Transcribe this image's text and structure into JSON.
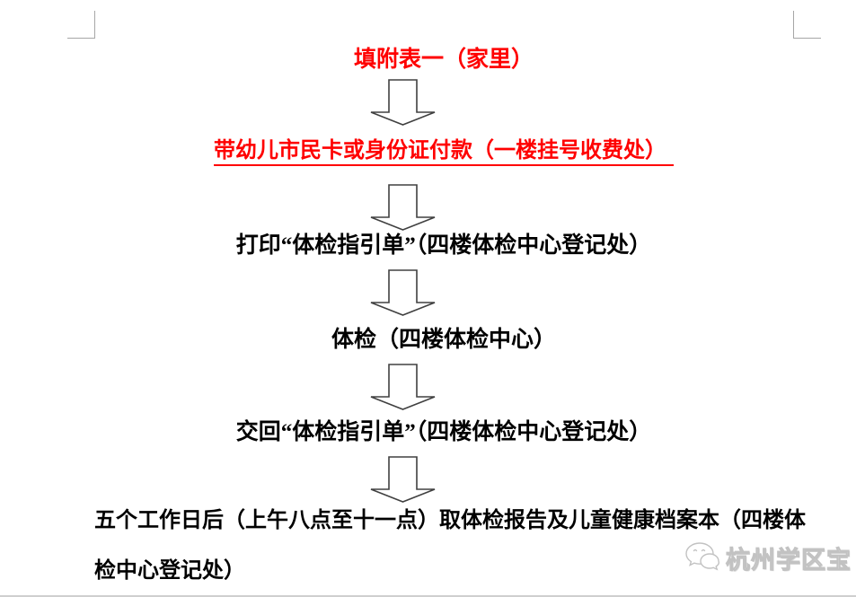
{
  "document": {
    "kind": "word-print-layout-page",
    "colors": {
      "accent_red": "#ff0000",
      "text_black": "#000000",
      "arrow_outline": "#404040",
      "margin_mark_gray": "#a6a6a6",
      "watermark_gray": "#c4c4c4"
    }
  },
  "flow": {
    "steps": [
      {
        "text": "填附表一（家里）",
        "style": "red-bold"
      },
      {
        "text": "带幼儿市民卡或身份证付款（一楼挂号收费处）",
        "style": "red-bold-underline"
      },
      {
        "text": "打印“体检指引单”（四楼体检中心登记处）",
        "style": "black-bold"
      },
      {
        "text": "体检（四楼体检中心）",
        "style": "black-bold"
      },
      {
        "text": "交回“体检指引单”（四楼体检中心登记处）",
        "style": "black-bold"
      },
      {
        "text": "五个工作日后（上午八点至十一点）取体检报告及儿童健康档案本（四楼体检中心登记处）",
        "style": "black-bold"
      }
    ],
    "connector": "down-block-arrow"
  },
  "watermark": {
    "icon": "wechat-icon",
    "label": "杭州学区宝"
  }
}
